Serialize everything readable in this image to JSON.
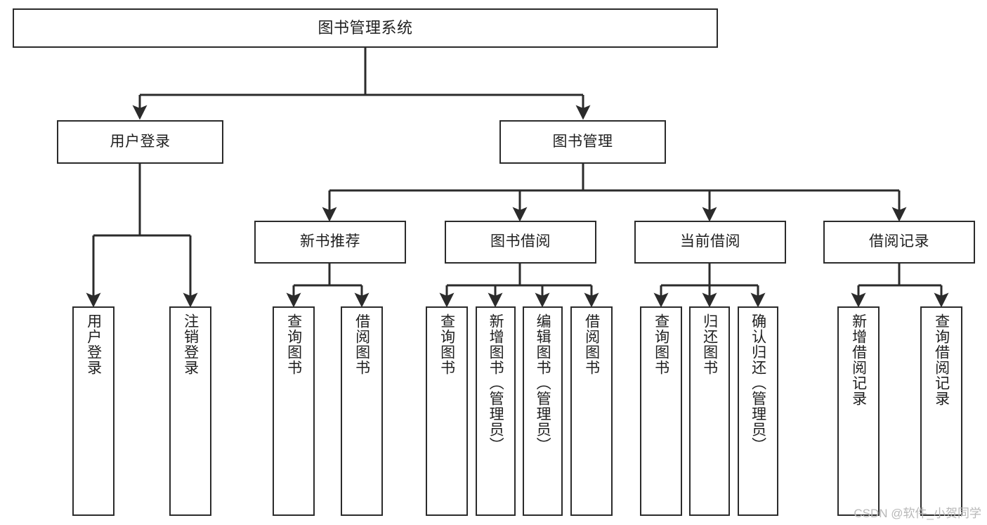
{
  "diagram": {
    "type": "tree",
    "title": "图书管理系统",
    "watermark": "CSDN @软件_小贺同学",
    "colors": {
      "stroke": "#2b2b2b",
      "fill": "#ffffff",
      "text": "#1f1f1f",
      "watermark": "#b8b8b8"
    },
    "nodes": {
      "root": {
        "label": "图书管理系统"
      },
      "level2": [
        {
          "id": "user-login",
          "label": "用户登录"
        },
        {
          "id": "book-manage",
          "label": "图书管理"
        }
      ],
      "level3": [
        {
          "id": "new-book-recommend",
          "label": "新书推荐"
        },
        {
          "id": "book-borrow",
          "label": "图书借阅"
        },
        {
          "id": "current-borrow",
          "label": "当前借阅"
        },
        {
          "id": "borrow-record",
          "label": "借阅记录"
        }
      ],
      "leaves": {
        "user-login": [
          {
            "id": "leaf-user-login",
            "label": "用户登录"
          },
          {
            "id": "leaf-user-logout",
            "label": "注销登录"
          }
        ],
        "new-book-recommend": [
          {
            "id": "leaf-query-book-1",
            "label": "查询图书"
          },
          {
            "id": "leaf-borrow-book-1",
            "label": "借阅图书"
          }
        ],
        "book-borrow": [
          {
            "id": "leaf-query-book-2",
            "label": "查询图书"
          },
          {
            "id": "leaf-add-book",
            "label": "新增图书（管理员）"
          },
          {
            "id": "leaf-edit-book",
            "label": "编辑图书（管理员）"
          },
          {
            "id": "leaf-borrow-book-2",
            "label": "借阅图书"
          }
        ],
        "current-borrow": [
          {
            "id": "leaf-query-book-3",
            "label": "查询图书"
          },
          {
            "id": "leaf-return-book",
            "label": "归还图书"
          },
          {
            "id": "leaf-confirm-return",
            "label": "确认归还（管理员）"
          }
        ],
        "borrow-record": [
          {
            "id": "leaf-add-record",
            "label": "新增借阅记录"
          },
          {
            "id": "leaf-query-record",
            "label": "查询借阅记录"
          }
        ]
      }
    }
  }
}
